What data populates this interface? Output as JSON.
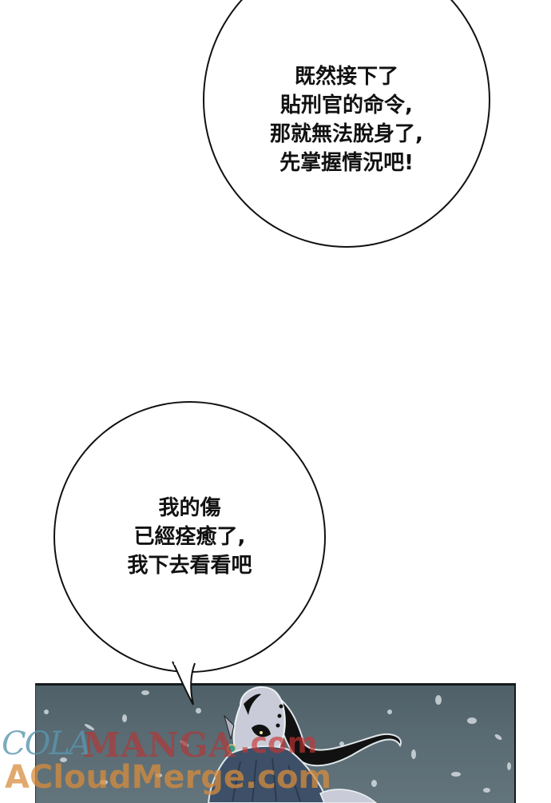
{
  "page": {
    "background": "#ffffff"
  },
  "bubbles": [
    {
      "id": "top",
      "lines": [
        "既然接下了",
        "貼刑官的命令,",
        "那就無法脫身了,",
        "先掌握情況吧!"
      ]
    },
    {
      "id": "bottom",
      "lines": [
        "我的傷",
        "已經痊癒了,",
        "我下去看看吧"
      ]
    }
  ],
  "panel": {
    "description": "Snowy scene with pale-skinned masked character with black ponytail and blue cloak",
    "sky_color": "#5a6b73",
    "cloak_color": "#3e5068",
    "skin_color": "#c9ccd8",
    "hair_color": "#111111"
  },
  "watermarks": {
    "cola": "COLA",
    "manga": "MANGA",
    "dotcom": ".com",
    "cloud": "ACloudMerge.com",
    "colors": {
      "cola": "#5a96af",
      "manga": "#aa3c3c",
      "cloud": "#d78c3c"
    }
  }
}
